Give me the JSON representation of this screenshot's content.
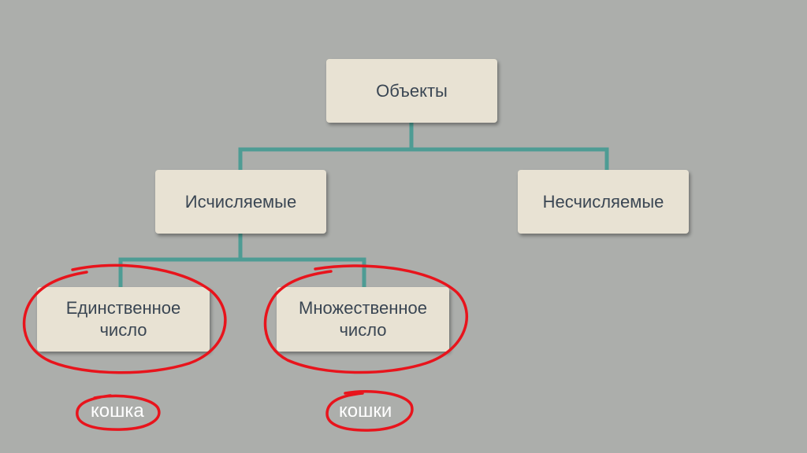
{
  "diagram": {
    "root": {
      "label": "Объекты"
    },
    "level1": [
      {
        "label": "Исчисляемые"
      },
      {
        "label": "Несчисляемые"
      }
    ],
    "level2": [
      {
        "line1": "Единственное",
        "line2": "число"
      },
      {
        "line1": "Множественное",
        "line2": "число"
      }
    ],
    "examples": [
      {
        "label": "кошка"
      },
      {
        "label": "кошки"
      }
    ]
  },
  "colors": {
    "background": "#acaeab",
    "node_fill": "#e8e2d3",
    "node_text": "#3a4653",
    "connector": "#4e9c94",
    "annotation": "#e8141c",
    "example_text": "#ffffff"
  }
}
